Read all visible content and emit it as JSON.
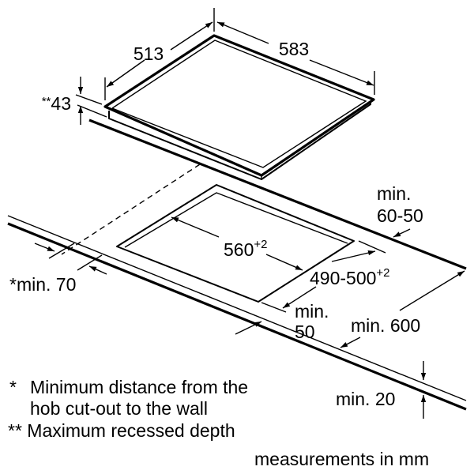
{
  "diagram": {
    "hob_depth": "513",
    "hob_width": "583",
    "recess_prefix": "**",
    "recess_value": "43",
    "cutout_width": "560",
    "cutout_width_tol": "+2",
    "cutout_depth": "490-500",
    "cutout_depth_tol": "+2",
    "back_min_l1": "min.",
    "back_min_l2": "60-50",
    "wall_min": "*min. 70",
    "front_min_l1": "min.",
    "front_min_l2": "50",
    "worktop_depth": "min. 600",
    "worktop_thickness": "min. 20"
  },
  "notes": {
    "n1_marker": "*",
    "n1_line1": "Minimum distance from the",
    "n1_line2": "hob cut-out to the wall",
    "n2": "** Maximum recessed depth",
    "units": "measurements in mm"
  }
}
